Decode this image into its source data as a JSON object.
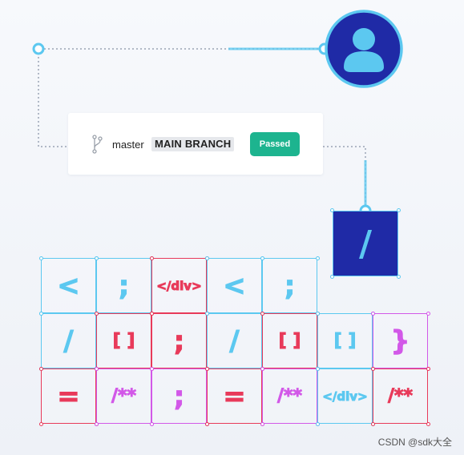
{
  "colors": {
    "blue": "#5cc8f0",
    "red": "#e83a5a",
    "pink": "#d258e8",
    "navy": "#1f2aa6",
    "badge_green": "#1db48f",
    "connector_dotted": "#9aa4b4"
  },
  "pipeline_card": {
    "branch_icon": "git-branch-icon",
    "branch_name": "master",
    "branch_tag": "MAIN BRANCH",
    "status": "Passed"
  },
  "avatar": {
    "icon": "user-avatar-icon"
  },
  "code_box": {
    "glyph": "/"
  },
  "tiles": [
    [
      {
        "glyph": "<",
        "color": "blue",
        "glyph_color": "blue"
      },
      {
        "glyph": ";",
        "color": "blue",
        "glyph_color": "blue"
      },
      {
        "glyph": "</div>",
        "color": "red",
        "glyph_color": "red"
      },
      {
        "glyph": "<",
        "color": "blue",
        "glyph_color": "blue"
      },
      {
        "glyph": ";",
        "color": "blue",
        "glyph_color": "blue"
      }
    ],
    [
      {
        "glyph": "/",
        "color": "blue",
        "glyph_color": "blue"
      },
      {
        "glyph": "[ ]",
        "color": "red",
        "glyph_color": "red"
      },
      {
        "glyph": ";",
        "color": "red",
        "glyph_color": "red"
      },
      {
        "glyph": "/",
        "color": "blue",
        "glyph_color": "blue"
      },
      {
        "glyph": "[ ]",
        "color": "red",
        "glyph_color": "red"
      },
      {
        "glyph": "[ ]",
        "color": "blue",
        "glyph_color": "blue"
      },
      {
        "glyph": "}",
        "color": "pink",
        "glyph_color": "pink"
      }
    ],
    [
      {
        "glyph": "=",
        "color": "red",
        "glyph_color": "red"
      },
      {
        "glyph": "/**",
        "color": "pink",
        "glyph_color": "pink"
      },
      {
        "glyph": ";",
        "color": "pink",
        "glyph_color": "pink"
      },
      {
        "glyph": "=",
        "color": "red",
        "glyph_color": "red"
      },
      {
        "glyph": "/**",
        "color": "pink",
        "glyph_color": "pink"
      },
      {
        "glyph": "</div>",
        "color": "blue",
        "glyph_color": "blue"
      },
      {
        "glyph": "/**",
        "color": "red",
        "glyph_color": "red"
      }
    ]
  ],
  "watermark": "CSDN @sdk大全"
}
